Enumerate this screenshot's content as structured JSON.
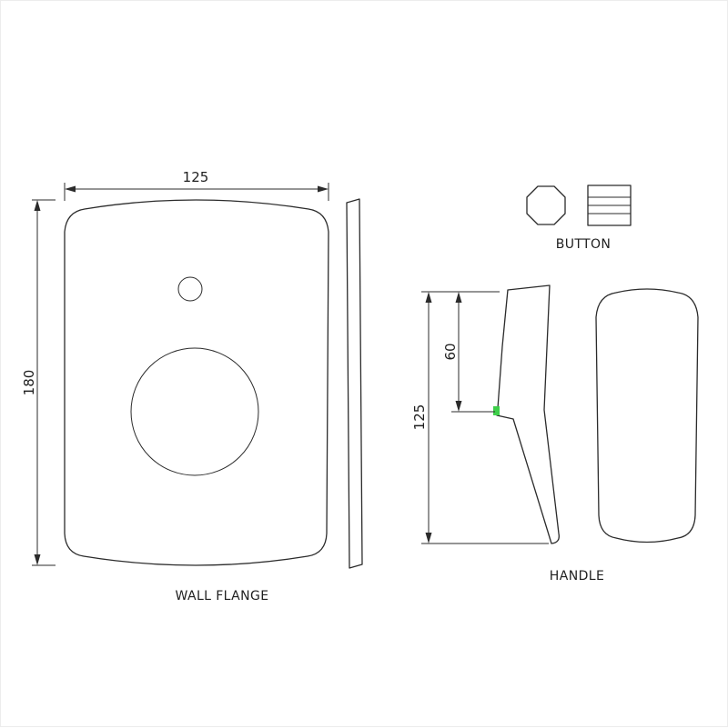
{
  "drawing": {
    "parts": {
      "wall_flange_label": "WALL FLANGE",
      "button_label": "BUTTON",
      "handle_label": "HANDLE"
    },
    "dimensions": {
      "flange_width_mm": "125",
      "flange_height_mm": "180",
      "handle_length_mm": "125",
      "handle_upper_mm": "60"
    },
    "colors": {
      "line": "#2b2b2b",
      "green_accent": "#3ecf4a",
      "background": "#ffffff"
    }
  }
}
